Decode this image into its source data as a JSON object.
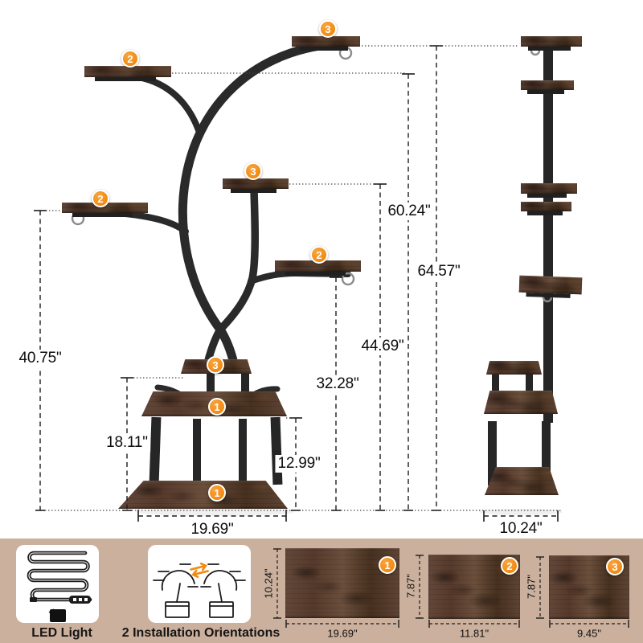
{
  "diagram": {
    "front_view": {
      "description": "curved tiered plant stand front view with dimension lines",
      "measurements": {
        "overall_height": "64.57\"",
        "upper_left_shelf": "60.24\"",
        "middle_shelf": "44.69\"",
        "lower_left_shelf": "40.75\"",
        "right_shelf": "32.28\"",
        "base_upper_shelf": "18.11\"",
        "base_middle_shelf": "12.99\"",
        "base_width": "19.69\""
      },
      "shelf_badges": {
        "top_shelf": "3",
        "upper_left_shelf": "2",
        "middle_shelf": "3",
        "lower_left_shelf": "2",
        "right_shelf": "2",
        "base_top_shelf": "3",
        "base_middle_shelf": "1",
        "base_bottom_shelf": "1"
      }
    },
    "side_view": {
      "description": "plant stand side profile",
      "measurements": {
        "depth": "10.24\""
      }
    }
  },
  "legend": {
    "led_light": "LED Light",
    "orientations": "2 Installation Orientations"
  },
  "boards": [
    {
      "badge": "1",
      "width": "19.69\"",
      "depth": "10.24\""
    },
    {
      "badge": "2",
      "width": "11.81\"",
      "depth": "7.87\""
    },
    {
      "badge": "3",
      "width": "9.45\"",
      "depth": "7.87\""
    }
  ],
  "colors": {
    "badge_orange": "#f18a10",
    "panel_tan": "#cbb09d",
    "frame_black": "#2a2a2a",
    "dim_text": "#0d0d0d"
  }
}
